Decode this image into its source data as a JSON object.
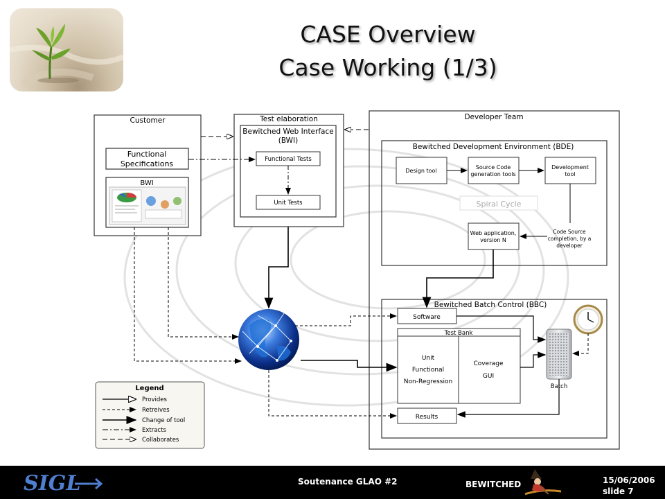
{
  "title": {
    "line1": "CASE Overview",
    "line2": "Case Working (1/3)"
  },
  "customer": {
    "title": "Customer",
    "func_spec": "Functional Specifications",
    "bwi": "BWI"
  },
  "test_elab": {
    "title": "Test elaboration",
    "bwi_box": "Bewitched Web Interface (BWI)",
    "functional_tests": "Functional Tests",
    "unit_tests": "Unit Tests"
  },
  "dev_team": {
    "title": "Developer Team",
    "bde": "Bewitched Development Environment (BDE)",
    "design_tool": "Design tool",
    "source_code_gen": "Source Code generation tools",
    "dev_tool": "Development tool",
    "spiral_cycle": "Spiral Cycle",
    "web_app": "Web application, version N",
    "code_source": "Code Source completion, by a developer"
  },
  "bbc": {
    "title": "Bewitched Batch Control (BBC)",
    "software": "Software",
    "test_bank": "Test Bank",
    "unit": "Unit",
    "functional": "Functional",
    "non_regression": "Non-Regression",
    "coverage": "Coverage",
    "gui": "GUI",
    "batch": "Batch",
    "results": "Results"
  },
  "legend": {
    "title": "Legend",
    "items": [
      "Provides",
      "Retreives",
      "Change of tool",
      "Extracts",
      "Collaborates"
    ]
  },
  "footer": {
    "left": "Soutenance GLAO #2",
    "brand": "BEWITCHED",
    "date": "15/06/2006",
    "slide": "slide 7"
  }
}
